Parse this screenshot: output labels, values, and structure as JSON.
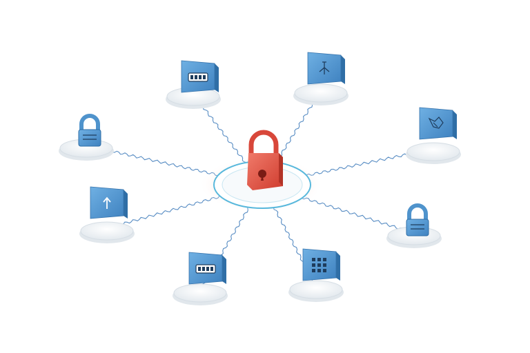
{
  "scene": {
    "background": "#ffffff",
    "hub": {
      "icon": "padlock-icon",
      "color": "#e05545",
      "ring_color": "#58b8dc",
      "glow_color": "#f3b0a6"
    },
    "node_color": "#4f93cc",
    "link_color": "#3a78b8",
    "nodes": [
      {
        "id": "top-left",
        "icon": "keyboard-icon"
      },
      {
        "id": "top-right",
        "icon": "network-icon"
      },
      {
        "id": "right-upper",
        "icon": "map-icon"
      },
      {
        "id": "right-lower",
        "icon": "padlock-icon"
      },
      {
        "id": "bottom-right",
        "icon": "grid-icon"
      },
      {
        "id": "bottom-left",
        "icon": "keypad-icon"
      },
      {
        "id": "left-middle",
        "icon": "upload-arrow-icon"
      },
      {
        "id": "left-upper",
        "icon": "padlock-icon"
      }
    ]
  }
}
